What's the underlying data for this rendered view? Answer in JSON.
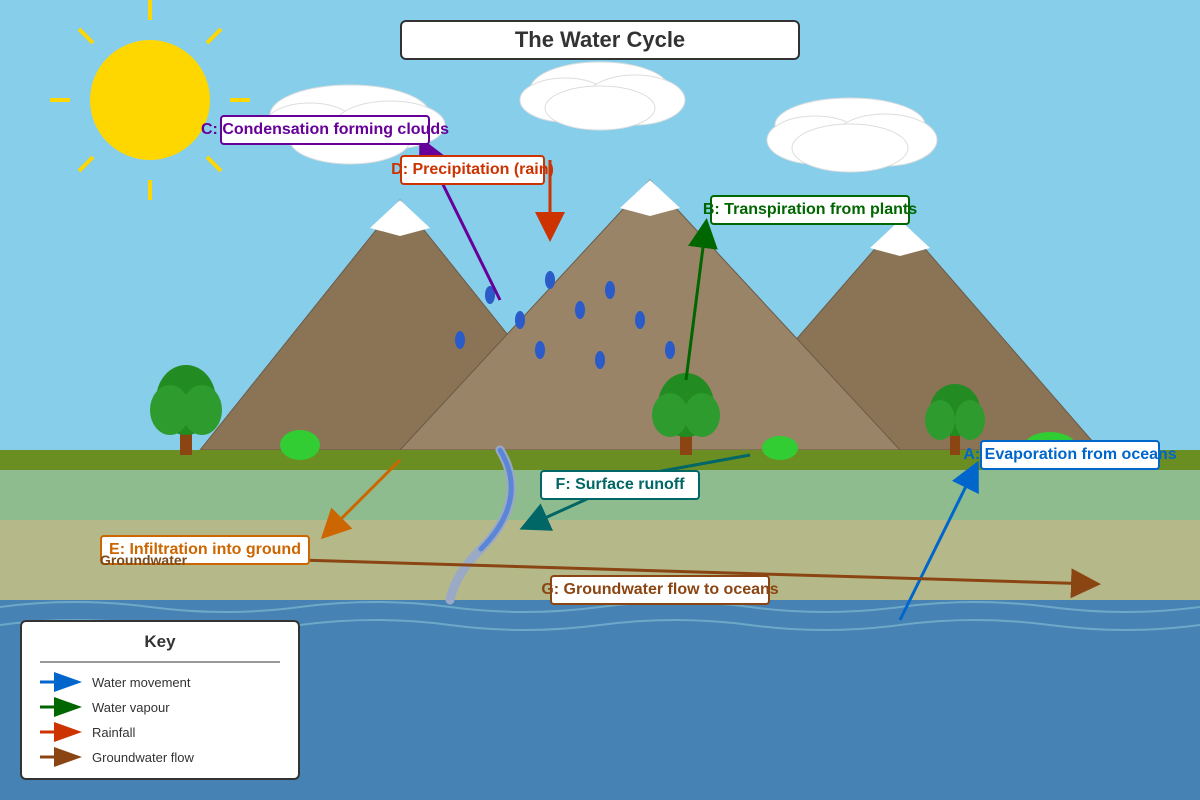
{
  "title": "The Water Cycle",
  "labels": {
    "a": "A: Evaporation from oceans",
    "b": "B: Transpiration from plants",
    "c": "C: Condensation forming clouds",
    "d": "D: Precipitation (rain)",
    "e": "E: Infiltration into ground",
    "f": "F: Surface runoff",
    "g": "G: Groundwater flow to oceans"
  },
  "groundwater_label": "Groundwater",
  "key": {
    "title": "Key",
    "items": [
      {
        "label": "Water movement",
        "color": "#0066cc"
      },
      {
        "label": "Water vapour",
        "color": "#006600"
      },
      {
        "label": "Rainfall",
        "color": "#cc3300"
      },
      {
        "label": "Groundwater flow",
        "color": "#8b4513"
      }
    ]
  },
  "colors": {
    "sky": "#87ceeb",
    "sun": "#ffd700",
    "ocean": "#4682b4",
    "grass": "#6b8e23",
    "mountain": "#8b7355",
    "evaporation": "#0066cc",
    "transpiration": "#006600",
    "condensation": "#660099",
    "precipitation": "#cc3300",
    "infiltration": "#cc6600",
    "runoff": "#006666",
    "groundwater": "#8b4513"
  }
}
